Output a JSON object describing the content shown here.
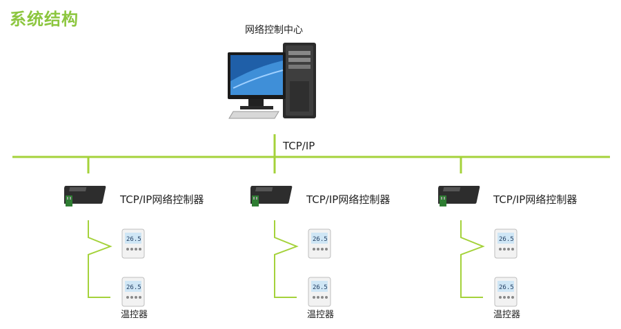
{
  "title": "系统结构",
  "center": {
    "label": "网络控制中心",
    "icon": "desktop-computer-icon"
  },
  "bus": {
    "label": "TCP/IP"
  },
  "colors": {
    "accent": "#8cc63f",
    "line": "#a4d23a"
  },
  "branches": [
    {
      "controller_label": "TCP/IP网络控制器",
      "thermostat_label": "温控器",
      "thermostat_display": "26.5"
    },
    {
      "controller_label": "TCP/IP网络控制器",
      "thermostat_label": "温控器",
      "thermostat_display": "26.5"
    },
    {
      "controller_label": "TCP/IP网络控制器",
      "thermostat_label": "温控器",
      "thermostat_display": "26.5"
    }
  ]
}
